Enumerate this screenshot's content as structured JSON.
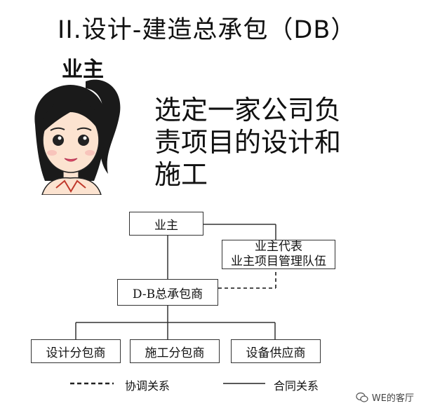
{
  "title": "II.设计-建造总承包（DB）",
  "owner_label": "业主",
  "description_lines": [
    "选定一家公司负",
    "责项目的设计和",
    "施工"
  ],
  "org_chart": {
    "owner": "业主",
    "owner_rep_line1": "业主代表",
    "owner_rep_line2": "业主项目管理队伍",
    "db_contractor": "D-B总承包商",
    "subcontractors": [
      "设计分包商",
      "施工分包商",
      "设备供应商"
    ]
  },
  "legend": {
    "dashed": "协调关系",
    "solid": "合同关系"
  },
  "watermark": "WE的客厅",
  "colors": {
    "line": "#333333",
    "hair": "#1a1a1a",
    "skin": "#fce3d0",
    "lips": "#e8506a"
  }
}
